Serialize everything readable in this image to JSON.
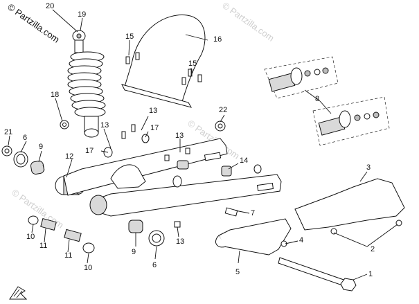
{
  "watermark": {
    "text": "© Partzilla.com"
  },
  "callouts": [
    {
      "id": "c1",
      "label": "1"
    },
    {
      "id": "c2",
      "label": "2"
    },
    {
      "id": "c3",
      "label": "3"
    },
    {
      "id": "c4",
      "label": "4"
    },
    {
      "id": "c5",
      "label": "5"
    },
    {
      "id": "c6a",
      "label": "6"
    },
    {
      "id": "c6b",
      "label": "6"
    },
    {
      "id": "c7",
      "label": "7"
    },
    {
      "id": "c8",
      "label": "8"
    },
    {
      "id": "c9a",
      "label": "9"
    },
    {
      "id": "c9b",
      "label": "9"
    },
    {
      "id": "c10a",
      "label": "10"
    },
    {
      "id": "c10b",
      "label": "10"
    },
    {
      "id": "c11a",
      "label": "11"
    },
    {
      "id": "c11b",
      "label": "11"
    },
    {
      "id": "c12",
      "label": "12"
    },
    {
      "id": "c13a",
      "label": "13"
    },
    {
      "id": "c13b",
      "label": "13"
    },
    {
      "id": "c13c",
      "label": "13"
    },
    {
      "id": "c13d",
      "label": "13"
    },
    {
      "id": "c14",
      "label": "14"
    },
    {
      "id": "c15a",
      "label": "15"
    },
    {
      "id": "c15b",
      "label": "15"
    },
    {
      "id": "c16",
      "label": "16"
    },
    {
      "id": "c17a",
      "label": "17"
    },
    {
      "id": "c17b",
      "label": "17"
    },
    {
      "id": "c18",
      "label": "18"
    },
    {
      "id": "c19",
      "label": "19"
    },
    {
      "id": "c20",
      "label": "20"
    },
    {
      "id": "c21",
      "label": "21"
    },
    {
      "id": "c22",
      "label": "22"
    }
  ]
}
